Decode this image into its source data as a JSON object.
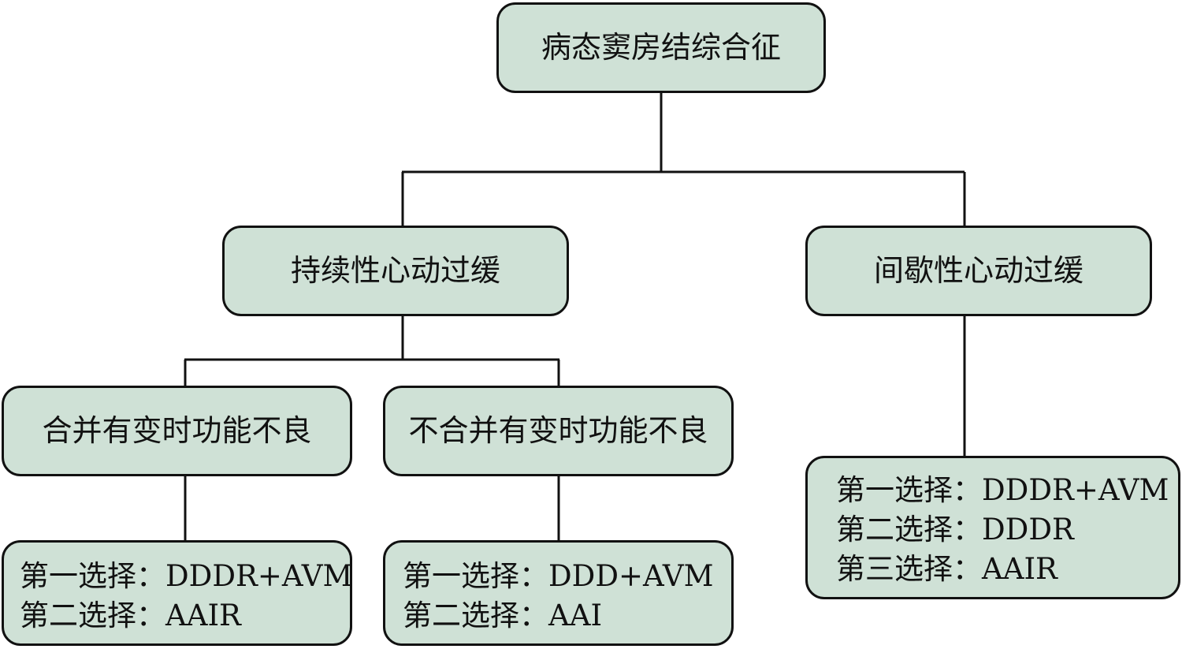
{
  "root": {
    "label": "病态窦房结综合征"
  },
  "persistent": {
    "label": "持续性心动过缓"
  },
  "intermittent": {
    "label": "间歇性心动过缓",
    "choices": [
      "第一选择：DDDR+AVM",
      "第二选择：DDDR",
      "第三选择：AAIR"
    ]
  },
  "with_chronotropic": {
    "label": "合并有变时功能不良",
    "choices": [
      "第一选择：DDDR+AVM",
      "第二选择：AAIR"
    ]
  },
  "without_chronotropic": {
    "label": "不合并有变时功能不良",
    "choices": [
      "第一选择：DDD+AVM",
      "第二选择：AAI"
    ]
  },
  "colors": {
    "node_fill": "#cfe1d6",
    "border": "#111111",
    "connector": "#111111"
  }
}
